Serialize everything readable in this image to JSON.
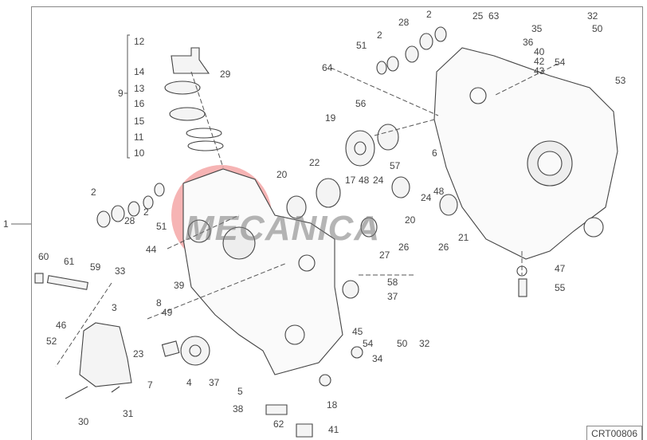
{
  "diagram": {
    "title_code": "CRT00806",
    "watermark": "MECANICA",
    "group_label": "1",
    "callouts": [
      "12",
      "14",
      "13",
      "16",
      "15",
      "11",
      "10",
      "9",
      "29",
      "2",
      "28",
      "2",
      "51",
      "20",
      "22",
      "17",
      "48",
      "24",
      "60",
      "61",
      "59",
      "33",
      "44",
      "39",
      "8",
      "3",
      "49",
      "46",
      "52",
      "23",
      "4",
      "7",
      "37",
      "5",
      "38",
      "30",
      "31",
      "62",
      "41",
      "18",
      "64",
      "56",
      "19",
      "51",
      "2",
      "28",
      "2",
      "6",
      "57",
      "24",
      "48",
      "20",
      "26",
      "27",
      "26",
      "21",
      "25",
      "63",
      "35",
      "36",
      "40",
      "42",
      "43",
      "32",
      "50",
      "54",
      "53",
      "47",
      "55",
      "58",
      "37",
      "45",
      "54",
      "50",
      "32",
      "34"
    ]
  }
}
